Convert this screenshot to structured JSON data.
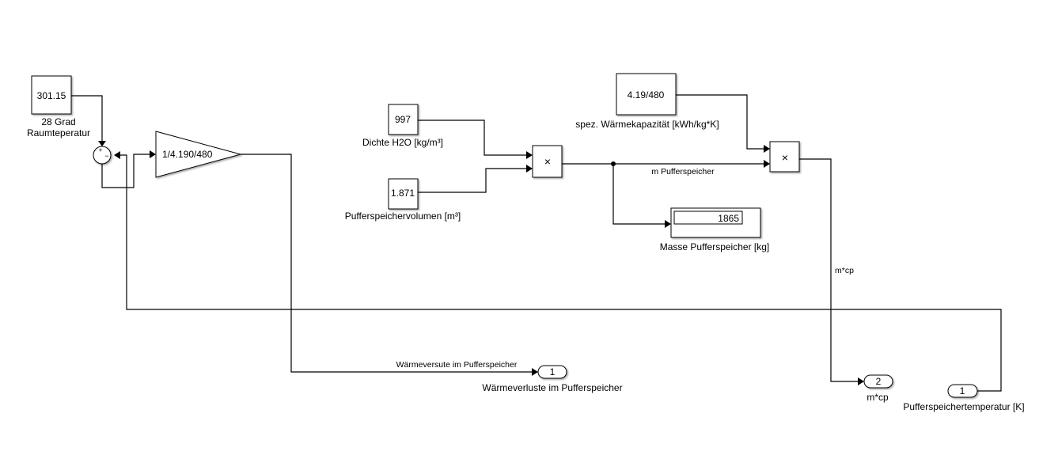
{
  "blocks": {
    "const_room_temp": {
      "value": "301.15",
      "label_line1": "28 Grad",
      "label_line2": "Raumteperatur"
    },
    "sum": {
      "plus": "+",
      "minus": "−"
    },
    "gain": {
      "value": "1/4.190/480"
    },
    "const_density": {
      "value": "997",
      "label": "Dichte H2O [kg/m³]"
    },
    "const_volume": {
      "value": "1.871",
      "label": "Pufferspeichervolumen [m³]"
    },
    "product1": {
      "symbol": "×"
    },
    "const_cp": {
      "value": "4.19/480",
      "label": "spez. Wärmekapazität [kWh/kg*K]"
    },
    "product2": {
      "symbol": "×"
    },
    "display_mass": {
      "value": "1865",
      "label": "Masse Pufferspeicher [kg]"
    },
    "outport_losses": {
      "number": "1",
      "label": "Wärmeverluste im Pufferspeicher"
    },
    "outport_mcp": {
      "number": "2",
      "label": "m*cp"
    },
    "inport_temp": {
      "number": "1",
      "label": "Pufferspeichertemperatur [K]"
    }
  },
  "signals": {
    "m_puffer": "m Pufferspeicher",
    "mcp": "m*cp",
    "losses": "Wärmeversute im Pufferspeicher"
  }
}
